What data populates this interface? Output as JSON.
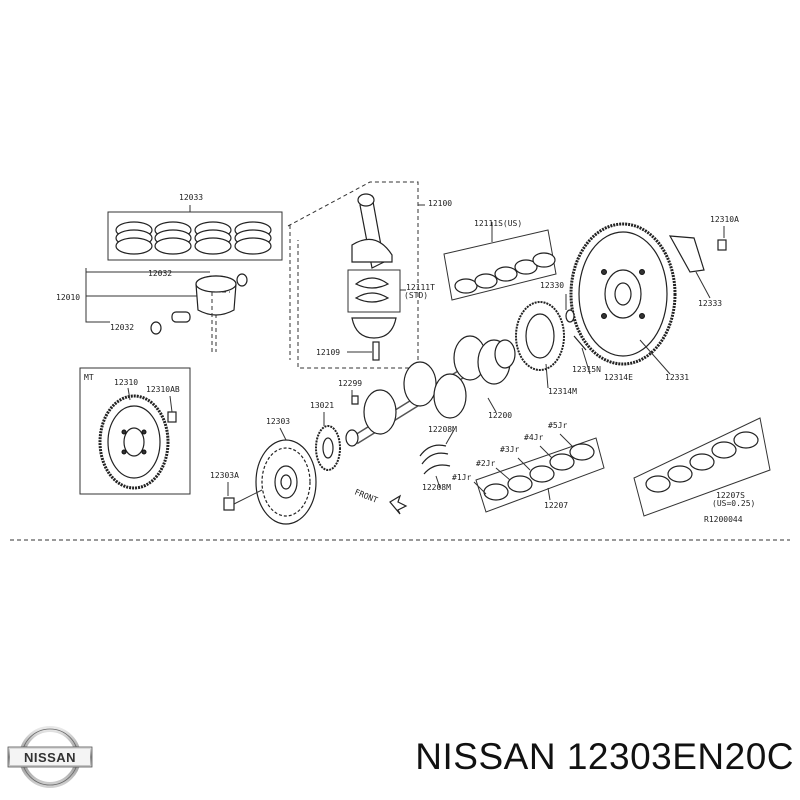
{
  "diagram": {
    "labels": {
      "l12033": "12033",
      "l12032a": "12032",
      "l12010": "12010",
      "l12032b": "12032",
      "l12100": "12100",
      "l12111s": "12111S(US)",
      "l12111t": "12111T",
      "l12111t_std": "(STD)",
      "l12109": "12109",
      "l12310a": "12310A",
      "l12333": "12333",
      "l12330": "12330",
      "l12331": "12331",
      "l12315n": "12315N",
      "l12314e": "12314E",
      "l12314m": "12314M",
      "lmt": "MT",
      "l12310": "12310",
      "l12310ab": "12310AB",
      "l12299": "12299",
      "l13021": "13021",
      "l12303": "12303",
      "l12303a": "12303A",
      "l12200": "12200",
      "l12208m_top": "12208M",
      "l12208m_bottom": "12208M",
      "l_5jr": "#5Jr",
      "l_4jr": "#4Jr",
      "l_3jr": "#3Jr",
      "l_2jr": "#2Jr",
      "l_1jr": "#1Jr",
      "l12207": "12207",
      "l12207s": "12207S",
      "l12207s_us": "(US=0.25)",
      "lfront": "FRONT",
      "lref": "R1200044"
    }
  },
  "brand": {
    "logo_text": "NISSAN",
    "part_label": "NISSAN 12303EN20C"
  }
}
